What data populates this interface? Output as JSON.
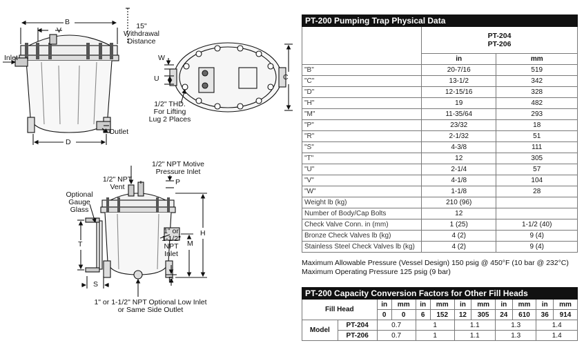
{
  "drawing_labels": {
    "B": "B",
    "V": "V",
    "withdrawal": [
      "15\"",
      "Withdrawal",
      "Distance"
    ],
    "inlet": "Inlet",
    "outlet": "Outlet",
    "D": "D",
    "W": "W",
    "U": "U",
    "C": "C",
    "lifting_lug": [
      "1/2\" THD.",
      "For Lifting",
      "Lug 2 Places"
    ],
    "npt_motive": [
      "1/2\" NPT Motive",
      "Pressure Inlet"
    ],
    "npt_vent": [
      "1/2\" NPT",
      "Vent"
    ],
    "P": "P",
    "gauge_glass": [
      "Optional",
      "Gauge",
      "Glass"
    ],
    "npt_inlet": [
      "1\" or",
      "1-1/2\"",
      "NPT",
      "Inlet"
    ],
    "T": "T",
    "M": "M",
    "H": "H",
    "R": "R",
    "S": "S",
    "low_inlet": [
      "1\" or 1-1/2\" NPT Optional Low Inlet",
      "or Same Side Outlet"
    ]
  },
  "physical_data": {
    "title": "PT-200 Pumping Trap Physical Data",
    "models": "PT-204",
    "models2": "PT-206",
    "unit_in": "in",
    "unit_mm": "mm",
    "rows": [
      {
        "k": "\"B\"",
        "in": "20-7/16",
        "mm": "519"
      },
      {
        "k": "\"C\"",
        "in": "13-1/2",
        "mm": "342"
      },
      {
        "k": "\"D\"",
        "in": "12-15/16",
        "mm": "328"
      },
      {
        "k": "\"H\"",
        "in": "19",
        "mm": "482"
      },
      {
        "k": "\"M\"",
        "in": "11-35/64",
        "mm": "293"
      },
      {
        "k": "\"P\"",
        "in": "23/32",
        "mm": "18"
      },
      {
        "k": "\"R\"",
        "in": "2-1/32",
        "mm": "51"
      },
      {
        "k": "\"S\"",
        "in": "4-3/8",
        "mm": "111"
      },
      {
        "k": "\"T\"",
        "in": "12",
        "mm": "305"
      },
      {
        "k": "\"U\"",
        "in": "2-1/4",
        "mm": "57"
      },
      {
        "k": "\"V\"",
        "in": "4-1/8",
        "mm": "104"
      },
      {
        "k": "\"W\"",
        "in": "1-1/8",
        "mm": "28"
      }
    ],
    "weight": {
      "k": "Weight lb (kg)",
      "v": "210 (96)"
    },
    "bolts": {
      "k": "Number of Body/Cap Bolts",
      "v": "12"
    },
    "check_valve": {
      "k": "Check Valve Conn. in (mm)",
      "in": "1 (25)",
      "mm": "1-1/2 (40)"
    },
    "bronze": {
      "k": "Bronze Check Valves lb (kg)",
      "in": "4 (2)",
      "mm": "9 (4)"
    },
    "stainless": {
      "k": "Stainless Steel Check Valves lb (kg)",
      "in": "4 (2)",
      "mm": "9 (4)"
    }
  },
  "notes": {
    "max_allow": "Maximum Allowable Pressure (Vessel Design) 150 psig @ 450°F (10 bar @ 232°C)",
    "max_oper": "Maximum Operating Pressure 125 psig (9 bar)"
  },
  "capacity": {
    "title": "PT-200 Capacity Conversion Factors for Other Fill Heads",
    "fill_head": "Fill Head",
    "model": "Model",
    "units": [
      "in",
      "mm",
      "in",
      "mm",
      "in",
      "mm",
      "in",
      "mm",
      "in",
      "mm"
    ],
    "heads": [
      "0",
      "0",
      "6",
      "152",
      "12",
      "305",
      "24",
      "610",
      "36",
      "914"
    ],
    "rows": [
      {
        "model": "PT-204",
        "f": [
          "0.7",
          "1",
          "1.1",
          "1.3",
          "1.4"
        ]
      },
      {
        "model": "PT-206",
        "f": [
          "0.7",
          "1",
          "1.1",
          "1.3",
          "1.4"
        ]
      }
    ]
  }
}
